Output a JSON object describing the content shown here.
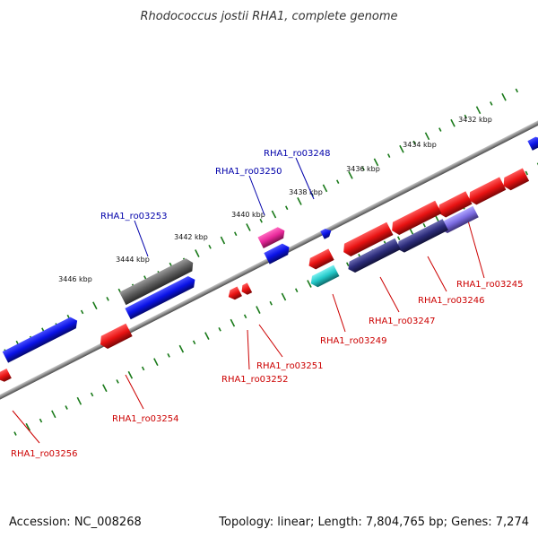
{
  "title": "Rhodococcus jostii RHA1, complete genome",
  "accession_text": "Accession: NC_008268",
  "summary_text": "Topology: linear; Length: 7,804,765 bp; Genes: 7,274",
  "ticks": [
    "3432 kbp",
    "3434 kbp",
    "3436 kbp",
    "3438 kbp",
    "3440 kbp",
    "3442 kbp",
    "3444 kbp",
    "3446 kbp"
  ],
  "gene_labels": {
    "ro03248": "RHA1_ro03248",
    "ro03250": "RHA1_ro03250",
    "ro03253": "RHA1_ro03253",
    "ro03245": "RHA1_ro03245",
    "ro03246": "RHA1_ro03246",
    "ro03247": "RHA1_ro03247",
    "ro03249": "RHA1_ro03249",
    "ro03251": "RHA1_ro03251",
    "ro03252": "RHA1_ro03252",
    "ro03254": "RHA1_ro03254",
    "ro03256": "RHA1_ro03256"
  },
  "colors": {
    "forward_label": "#0000aa",
    "reverse_label": "#cc0000",
    "backbone": "#8c8c8c",
    "tick": "#1a7a1a",
    "blue": "#0a12e6",
    "red": "#e81212",
    "gray": "#5e5e5e",
    "pink": "#e8289a",
    "cyan": "#22c8c8",
    "navy": "#2c2c7a",
    "lavender": "#7a6ae0"
  }
}
